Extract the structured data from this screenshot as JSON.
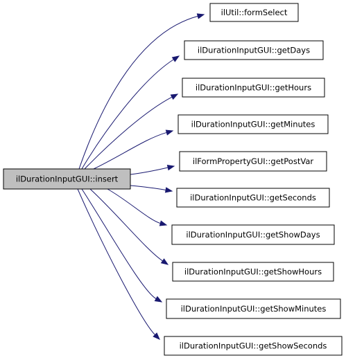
{
  "graph": {
    "source": {
      "label": "ilDurationInputGUI::insert",
      "fill": "#bfbfbf"
    },
    "targets": [
      {
        "label": "ilUtil::formSelect"
      },
      {
        "label": "ilDurationInputGUI::getDays"
      },
      {
        "label": "ilDurationInputGUI::getHours"
      },
      {
        "label": "ilDurationInputGUI::getMinutes"
      },
      {
        "label": "ilFormPropertyGUI::getPostVar"
      },
      {
        "label": "ilDurationInputGUI::getSeconds"
      },
      {
        "label": "ilDurationInputGUI::getShowDays"
      },
      {
        "label": "ilDurationInputGUI::getShowHours"
      },
      {
        "label": "ilDurationInputGUI::getShowMinutes"
      },
      {
        "label": "ilDurationInputGUI::getShowSeconds"
      }
    ],
    "edge_color": "#191970",
    "node_fill": "#ffffff"
  }
}
